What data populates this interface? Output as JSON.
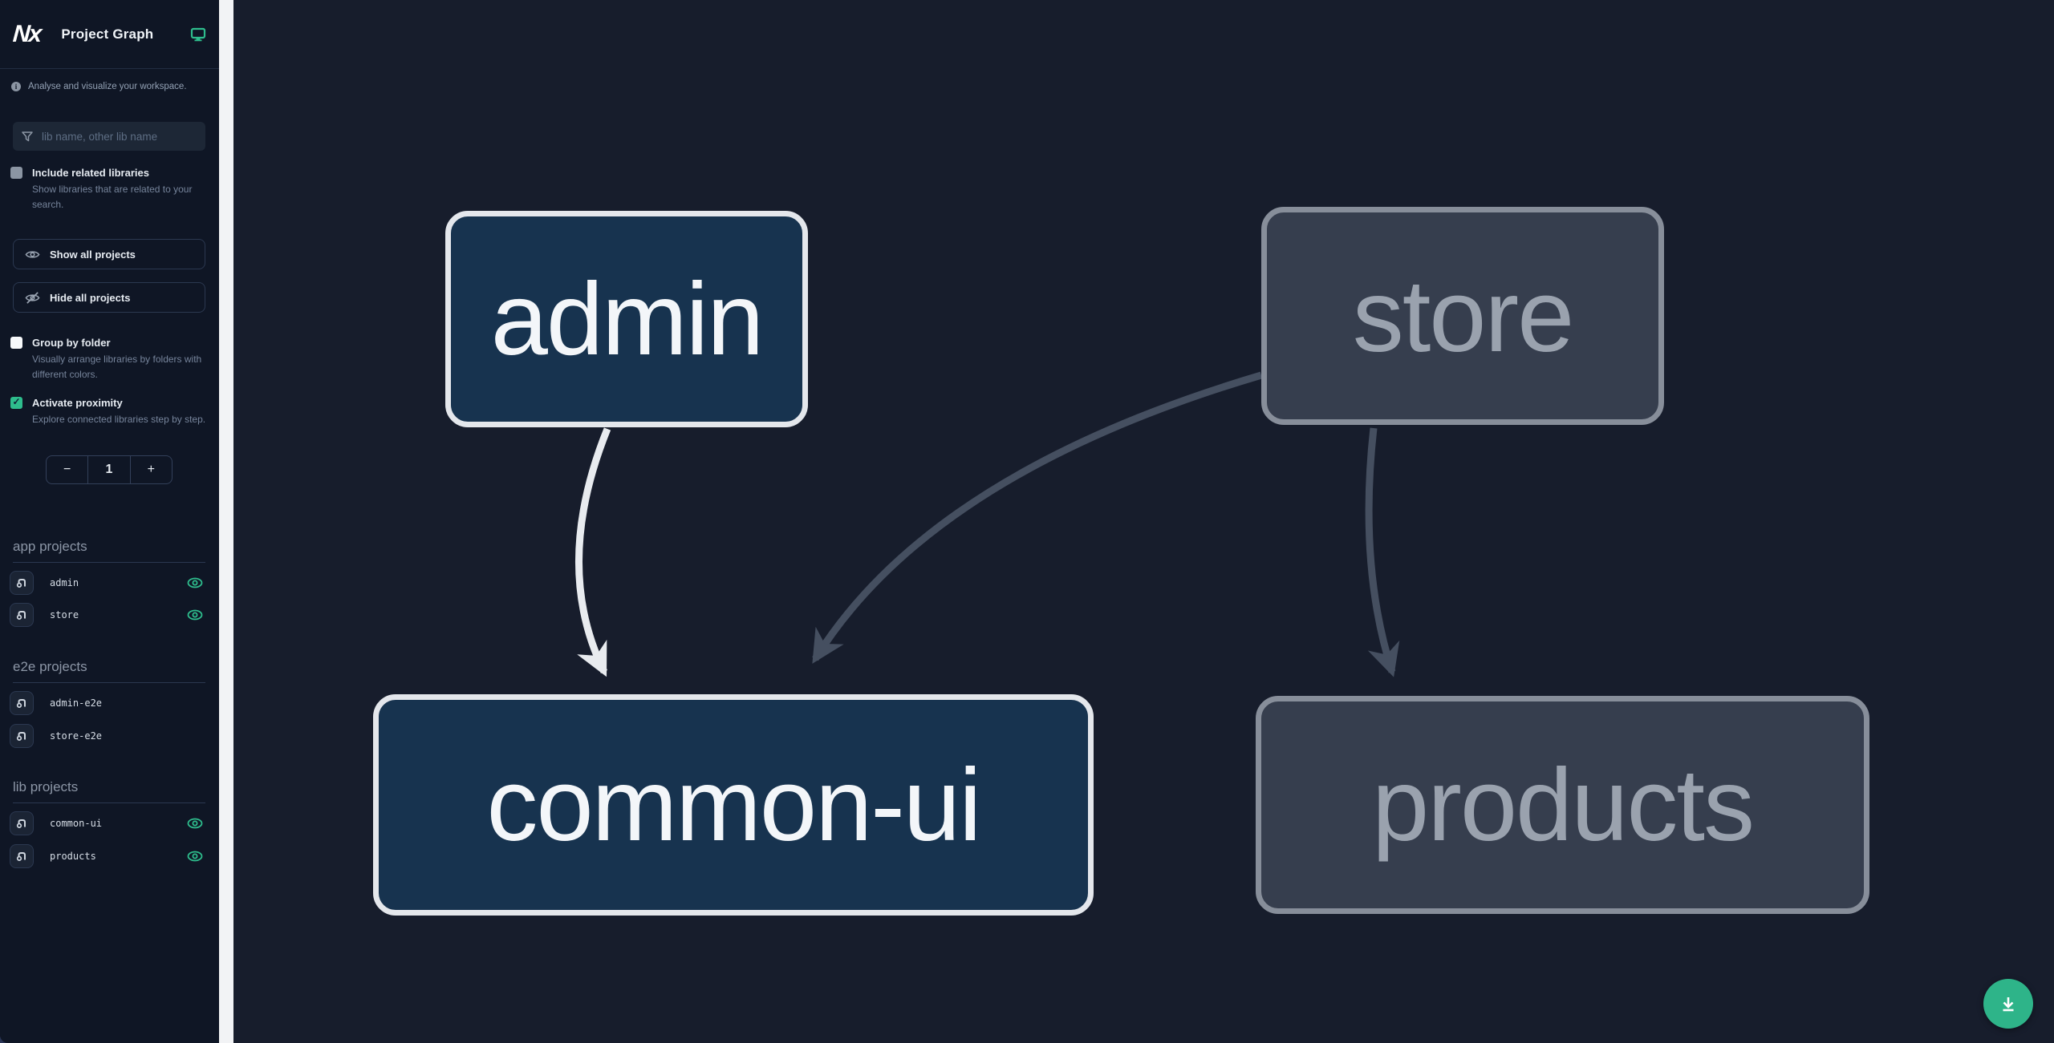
{
  "header": {
    "logo_text": "Nx",
    "title": "Project Graph"
  },
  "sidebar": {
    "tagline": "Analyse and visualize your workspace.",
    "search": {
      "placeholder": "lib name, other lib name"
    },
    "options": [
      {
        "label": "Include related libraries",
        "description": "Show libraries that are related to your search.",
        "checked": false
      },
      {
        "label": "Group by folder",
        "description": "Visually arrange libraries by folders with different colors.",
        "checked": false
      },
      {
        "label": "Activate proximity",
        "description": "Explore connected libraries step by step.",
        "checked": true
      }
    ],
    "actions": [
      {
        "label": "Show all projects"
      },
      {
        "label": "Hide all projects"
      }
    ],
    "proximity_stepper": {
      "decrement": "−",
      "value": "1",
      "increment": "+"
    },
    "sections": [
      {
        "title": "app projects",
        "items": [
          {
            "name": "admin",
            "visible": true
          },
          {
            "name": "store",
            "visible": true
          }
        ]
      },
      {
        "title": "e2e projects",
        "items": [
          {
            "name": "admin-e2e",
            "visible": false
          },
          {
            "name": "store-e2e",
            "visible": false
          }
        ]
      },
      {
        "title": "lib projects",
        "items": [
          {
            "name": "common-ui",
            "visible": true
          },
          {
            "name": "products",
            "visible": true
          }
        ]
      }
    ]
  },
  "graph": {
    "nodes": [
      {
        "id": "admin",
        "label": "admin",
        "state": "focused"
      },
      {
        "id": "store",
        "label": "store",
        "state": "unfocused"
      },
      {
        "id": "common-ui",
        "label": "common-ui",
        "state": "focused"
      },
      {
        "id": "products",
        "label": "products",
        "state": "unfocused"
      }
    ],
    "edges": [
      {
        "source": "admin",
        "target": "common-ui",
        "highlighted": true
      },
      {
        "source": "store",
        "target": "common-ui",
        "highlighted": false
      },
      {
        "source": "store",
        "target": "products",
        "highlighted": false
      }
    ]
  },
  "colors": {
    "accent_teal": "#2ebd8d",
    "focused_node_fill": "#17334f",
    "focused_node_border": "#e4e7ec",
    "unfocused_node_fill": "#363e4e",
    "unfocused_node_border": "#878e9a",
    "edge_highlighted": "#e8ebef",
    "edge_muted": "#454f60",
    "sidebar_bg": "#0f1625",
    "canvas_bg": "#171d2c",
    "download_button": "#2eb489"
  }
}
